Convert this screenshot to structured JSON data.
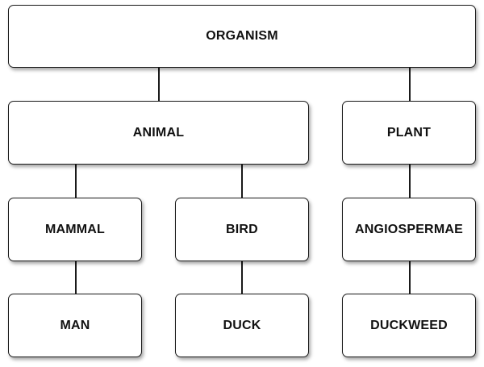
{
  "diagram": {
    "nodes": {
      "organism": "ORGANISM",
      "animal": "ANIMAL",
      "plant": "PLANT",
      "mammal": "MAMMAL",
      "bird": "BIRD",
      "angiospermae": "ANGIOSPERMAE",
      "man": "MAN",
      "duck": "DUCK",
      "duckweed": "DUCKWEED"
    },
    "edges": [
      [
        "organism",
        "animal"
      ],
      [
        "organism",
        "plant"
      ],
      [
        "animal",
        "mammal"
      ],
      [
        "animal",
        "bird"
      ],
      [
        "plant",
        "angiospermae"
      ],
      [
        "mammal",
        "man"
      ],
      [
        "bird",
        "duck"
      ],
      [
        "angiospermae",
        "duckweed"
      ]
    ]
  }
}
